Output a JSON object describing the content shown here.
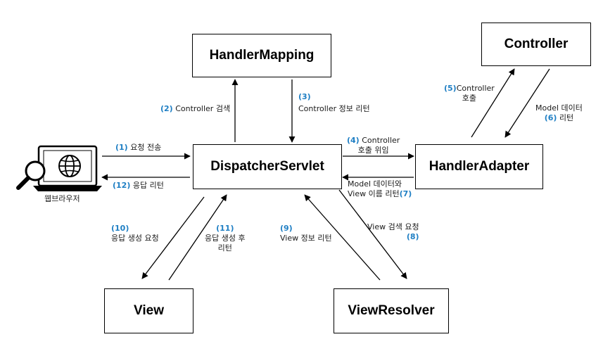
{
  "boxes": {
    "handler_mapping": "HandlerMapping",
    "controller": "Controller",
    "dispatcher": "DispatcherServlet",
    "handler_adapter": "HandlerAdapter",
    "view": "View",
    "view_resolver": "ViewResolver"
  },
  "browser_label": "웹브라우저",
  "steps": {
    "s1": {
      "num": "(1)",
      "text": "요청 전송"
    },
    "s2": {
      "num": "(2)",
      "text": "Controller 검색"
    },
    "s3": {
      "num": "(3)",
      "text": "Controller 정보 리턴"
    },
    "s4": {
      "num": "(4)",
      "text1": "Controller",
      "text2": "호출 위임"
    },
    "s5": {
      "num": "(5)",
      "text1": "Controller",
      "text2": "호출"
    },
    "s6": {
      "num": "(6)",
      "text1": "Model 데이터",
      "text2": "리턴"
    },
    "s7": {
      "num": "(7)",
      "text1": "Model 데이터와",
      "text2": "View 이름 리턴"
    },
    "s8": {
      "num": "(8)",
      "text": "View 검색 요청"
    },
    "s9": {
      "num": "(9)",
      "text": "View 정보 리턴"
    },
    "s10": {
      "num": "(10)",
      "text": "응답 생성 요청"
    },
    "s11": {
      "num": "(11)",
      "text1": "응답 생성 후",
      "text2": "리턴"
    },
    "s12": {
      "num": "(12)",
      "text": "응답 리턴"
    }
  },
  "colors": {
    "step_number": "#1f7fc4",
    "line": "#000000"
  }
}
